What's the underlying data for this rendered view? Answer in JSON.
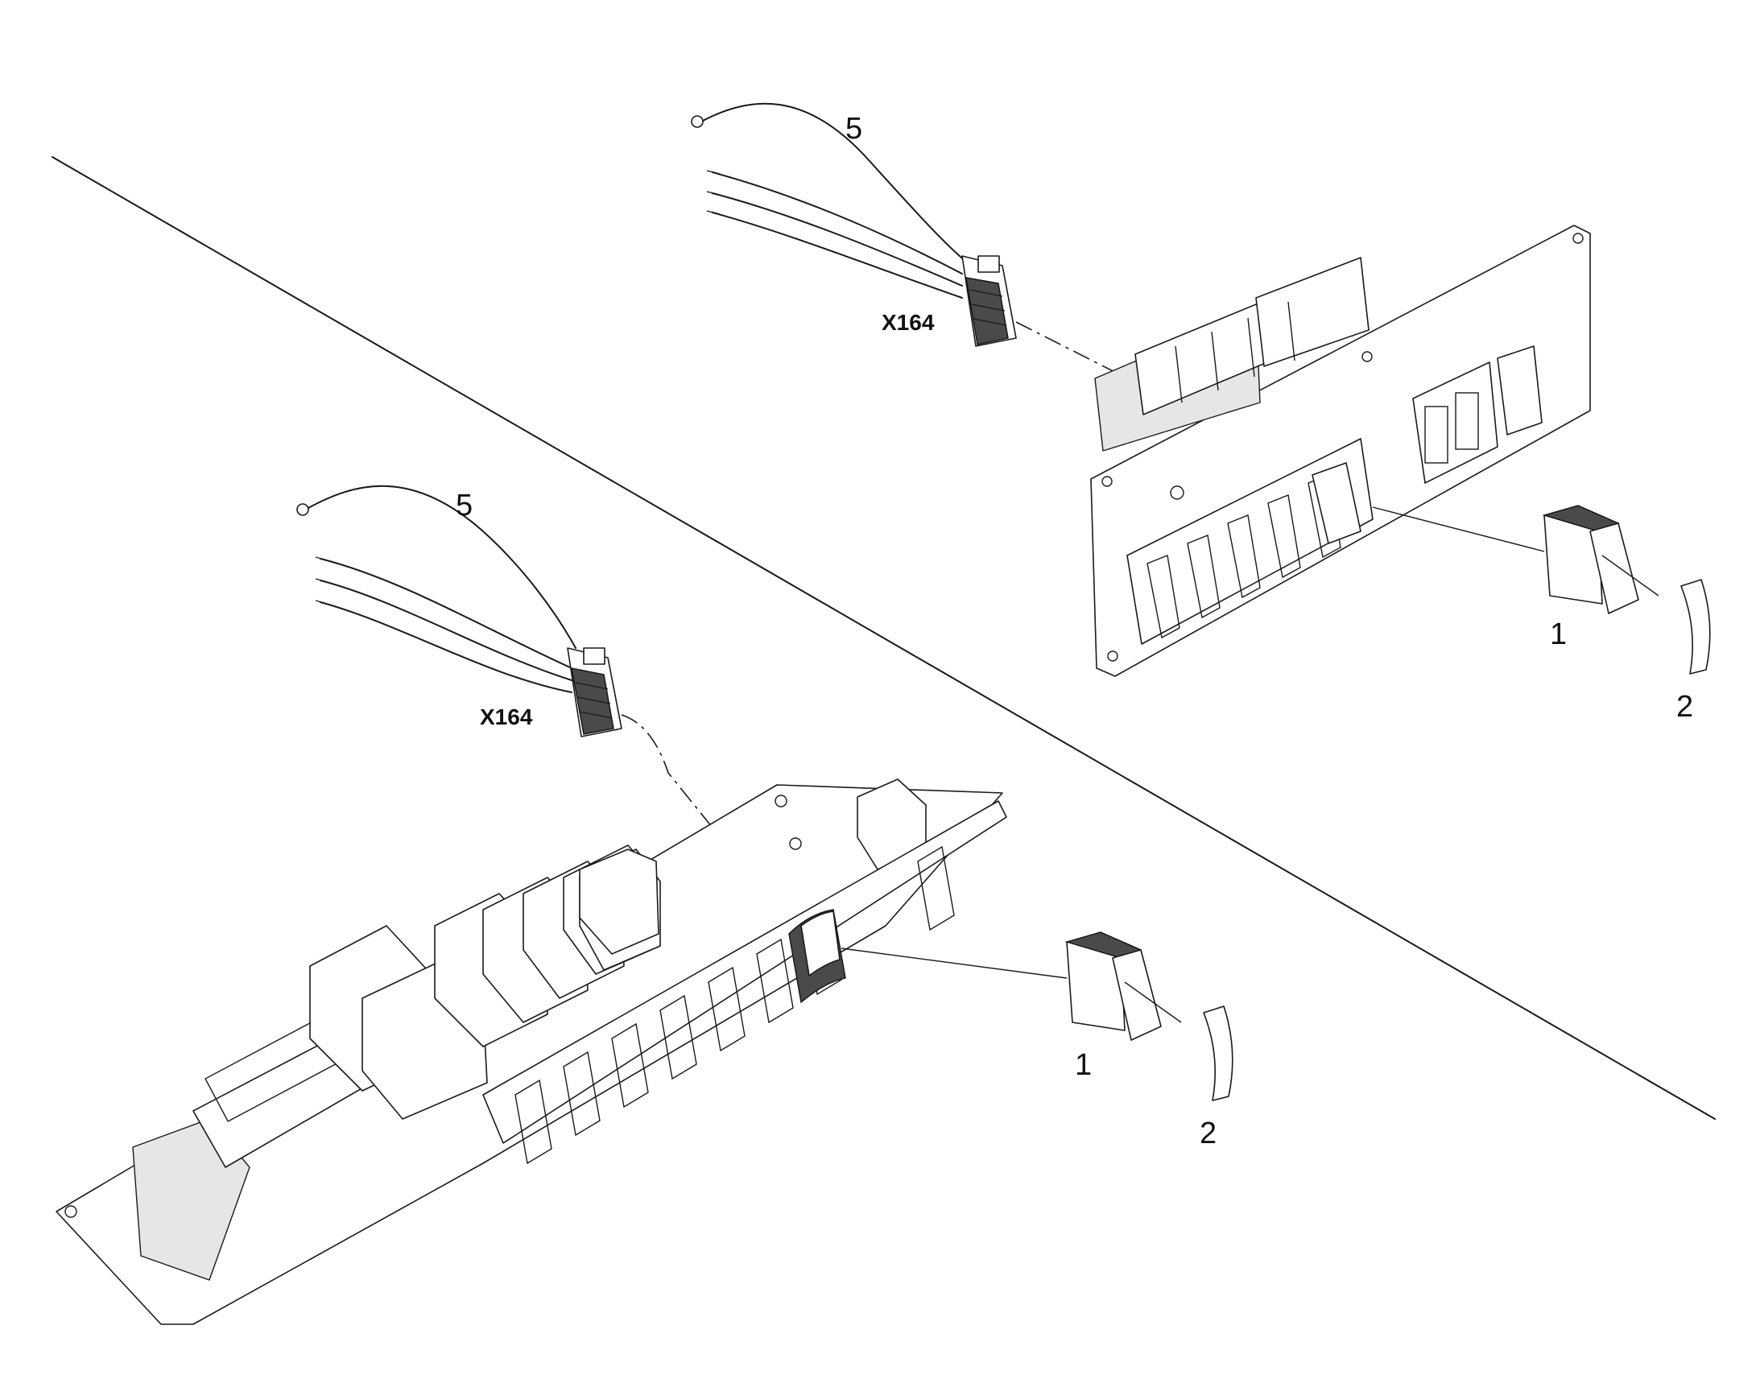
{
  "top_view": {
    "callouts": {
      "harness": "5",
      "switch": "1",
      "lens": "2"
    },
    "connector_label": "X164"
  },
  "bottom_view": {
    "callouts": {
      "harness": "5",
      "switch": "1",
      "lens": "2"
    },
    "connector_label": "X164"
  }
}
